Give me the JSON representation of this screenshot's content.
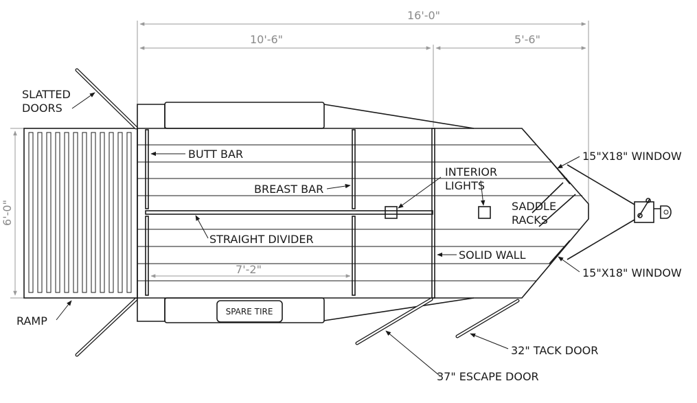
{
  "dimensions": {
    "overall_length": "16'-0\"",
    "rear_length": "10'-6\"",
    "nose_length": "5'-6\"",
    "width": "6'-0\"",
    "divider_length": "7'-2\""
  },
  "labels": {
    "slatted_doors_line1": "SLATTED",
    "slatted_doors_line2": "DOORS",
    "butt_bar": "BUTT BAR",
    "breast_bar": "BREAST BAR",
    "interior_lights_line1": "INTERIOR",
    "interior_lights_line2": "LIGHTS",
    "window_upper": "15\"X18\" WINDOW",
    "saddle_racks_line1": "SADDLE",
    "saddle_racks_line2": "RACKS",
    "straight_divider": "STRAIGHT DIVIDER",
    "solid_wall": "SOLID WALL",
    "window_lower": "15\"X18\" WINDOW",
    "ramp": "RAMP",
    "spare_tire": "SPARE TIRE",
    "tack_door": "32\" TACK DOOR",
    "escape_door": "37\" ESCAPE DOOR"
  },
  "colors": {
    "line": "#1a1a1a",
    "dimension": "#8a8a8a",
    "background": "#ffffff"
  }
}
